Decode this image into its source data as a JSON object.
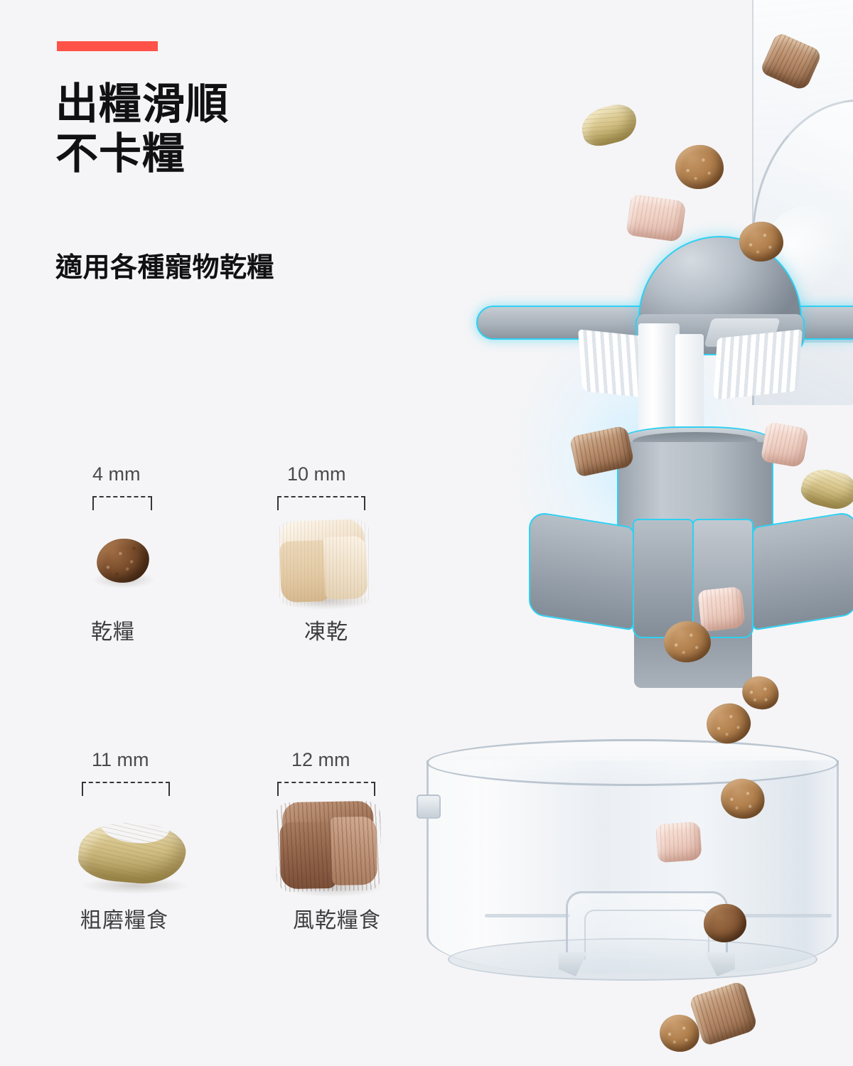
{
  "page": {
    "background_color": "#f5f5f7",
    "accent_color": "#ff5248",
    "highlight_outline_color": "#2ed0f2"
  },
  "header": {
    "accent_bar": "",
    "headline_line1": "出糧滑順",
    "headline_line2": "不卡糧",
    "subheadline": "適用各種寵物乾糧"
  },
  "specs": [
    {
      "measurement": "4 mm",
      "caption": "乾糧",
      "sample_icon": "dry-kibble-pellet"
    },
    {
      "measurement": "10 mm",
      "caption": "凍乾",
      "sample_icon": "freeze-dried-cube"
    },
    {
      "measurement": "11 mm",
      "caption": "粗磨糧食",
      "sample_icon": "coarse-ground-nugget"
    },
    {
      "measurement": "12 mm",
      "caption": "風乾糧食",
      "sample_icon": "air-dried-cube"
    }
  ],
  "product": {
    "hopper_label": "transparent-food-hopper",
    "cone_label": "cone-stirrer-rotor",
    "rotor_label": "vaned-dispensing-rotor",
    "bowl_label": "transparent-food-bowl"
  }
}
